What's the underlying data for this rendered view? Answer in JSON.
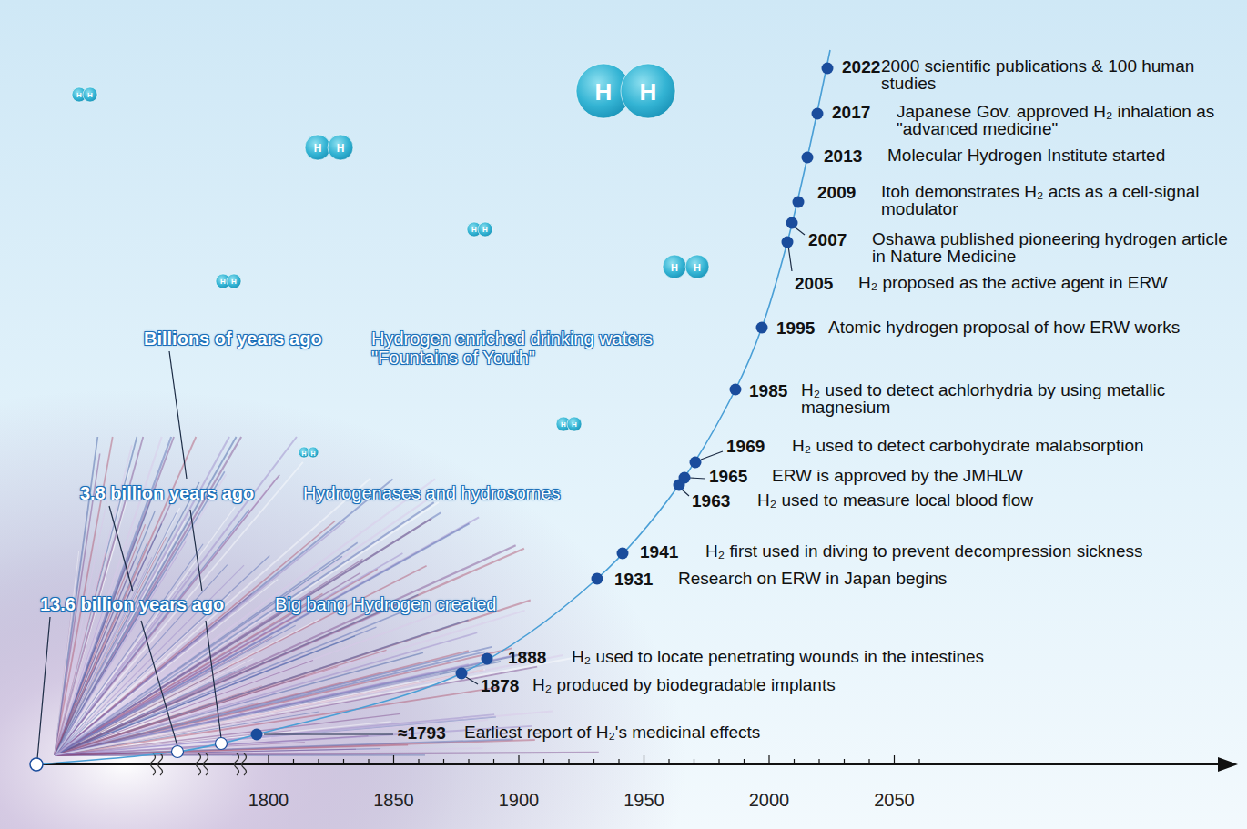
{
  "diagram": {
    "labels": [
      "2022",
      "2000 scientific publications & 100 human studies",
      "2017",
      "Japanese Gov. approved H₂ inhalation as \"advanced medicine\"",
      "2013",
      "Molecular Hydrogen Institute started",
      "2009",
      "Itoh demonstrates H₂ acts as a cell-signal modulator",
      "2007",
      "Oshawa published pioneering hydrogen article in Nature Medicine",
      "2005",
      "H₂ proposed as the active agent in ERW",
      "1995",
      "Atomic hydrogen proposal of how ERW works",
      "1985",
      "H₂ used to detect achlorhydria by using metallic magnesium",
      "1969",
      "H₂ used to detect carbohydrate malabsorption",
      "1965",
      "ERW is approved by the JMHLW",
      "1963",
      "H₂ used to measure local blood flow",
      "1941",
      "H₂ first used in diving to prevent decompression sickness",
      "1931",
      "Research on ERW in Japan begins",
      "1888",
      "H₂ used to locate penetrating wounds in the intestines",
      "1878",
      "H₂ produced by biodegradable implants",
      "≈1793",
      "Earliest report of H₂'s medicinal effects",
      "Billions of years ago",
      "Hydrogen enriched drinking waters \"Fountains of Youth\"",
      "3.8 billion years ago",
      "Hydrogenases and hydrosomes",
      "13.6 billion years ago",
      "Big bang Hydrogen created",
      "1800",
      "1850",
      "1900",
      "1950",
      "2000",
      "2050",
      "H",
      "H",
      "H",
      "H",
      "H",
      "H",
      "H",
      "H",
      "H",
      "H",
      "H",
      "H",
      "H",
      "H",
      "H",
      "H"
    ]
  }
}
